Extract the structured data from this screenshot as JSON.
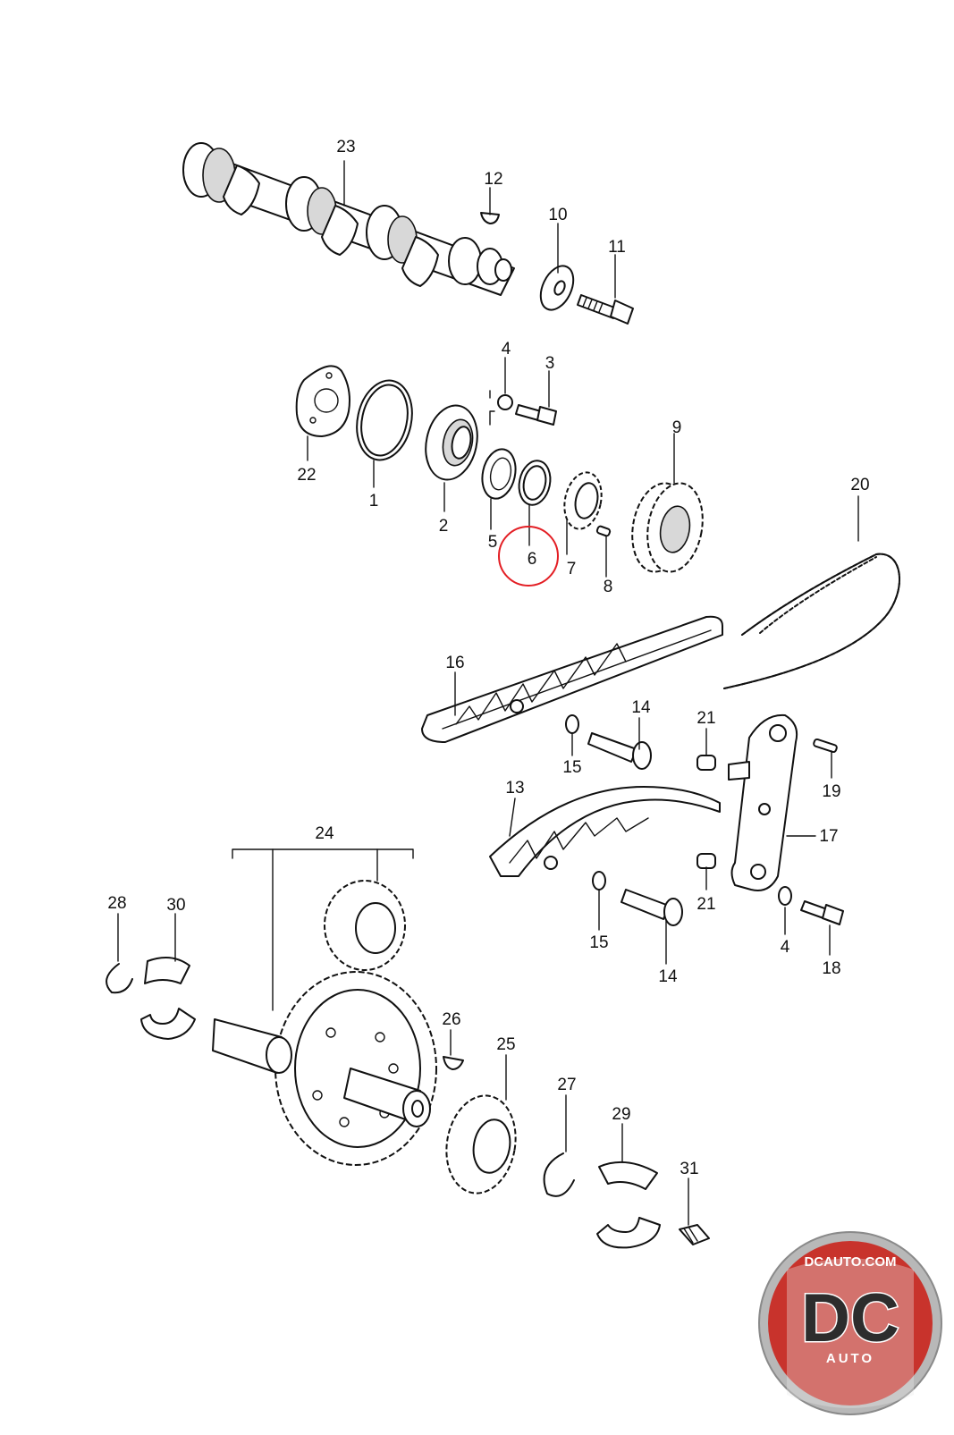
{
  "diagram": {
    "callouts": [
      "23",
      "12",
      "10",
      "11",
      "4",
      "3",
      "22",
      "1",
      "2",
      "5",
      "6",
      "7",
      "8",
      "9",
      "20",
      "16",
      "14",
      "21",
      "15",
      "19",
      "13",
      "17",
      "24",
      "28",
      "30",
      "26",
      "25",
      "27",
      "29",
      "31",
      "18"
    ],
    "highlight_part": "6",
    "highlight_color": "#e31e24"
  },
  "logo": {
    "website": "DCAUTO.COM",
    "letters": "DC",
    "word": "AUTO",
    "colors": {
      "ring": "#b8b8b8",
      "field": "#c8332c",
      "letters": "#2d2d2d"
    }
  }
}
